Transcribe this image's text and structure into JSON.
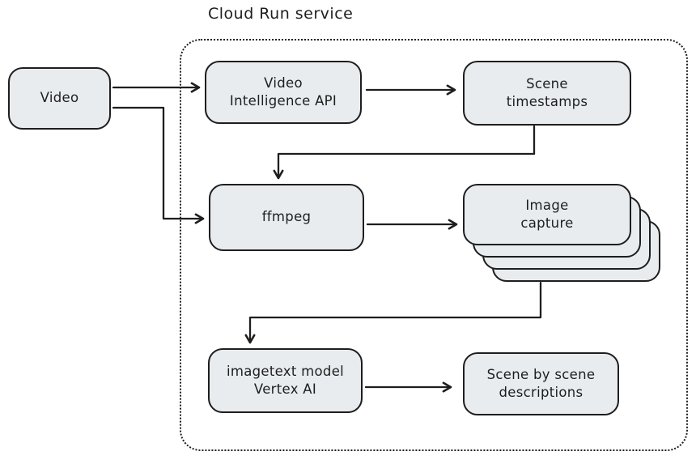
{
  "diagram": {
    "title": "Cloud Run service",
    "colors": {
      "background": "#ffffff",
      "stroke": "#1e1e1e",
      "node_fill": "#e9ecef"
    },
    "container": {
      "label": "Cloud Run service",
      "border_style": "dotted"
    },
    "nodes": [
      {
        "id": "video",
        "label": "Video"
      },
      {
        "id": "video-intelligence-api",
        "label": "Video\nIntelligence API"
      },
      {
        "id": "scene-timestamps",
        "label": "Scene\ntimestamps"
      },
      {
        "id": "ffmpeg",
        "label": "ffmpeg"
      },
      {
        "id": "image-capture",
        "label": "Image\ncapture",
        "stacked_copies": 4
      },
      {
        "id": "imagetext-model",
        "label": "imagetext model\nVertex AI"
      },
      {
        "id": "scene-descriptions",
        "label": "Scene by scene\ndescriptions"
      }
    ],
    "edges": [
      {
        "from": "video",
        "to": "video-intelligence-api"
      },
      {
        "from": "video",
        "to": "ffmpeg"
      },
      {
        "from": "video-intelligence-api",
        "to": "scene-timestamps"
      },
      {
        "from": "scene-timestamps",
        "to": "ffmpeg"
      },
      {
        "from": "ffmpeg",
        "to": "image-capture"
      },
      {
        "from": "image-capture",
        "to": "imagetext-model"
      },
      {
        "from": "imagetext-model",
        "to": "scene-descriptions"
      }
    ]
  }
}
